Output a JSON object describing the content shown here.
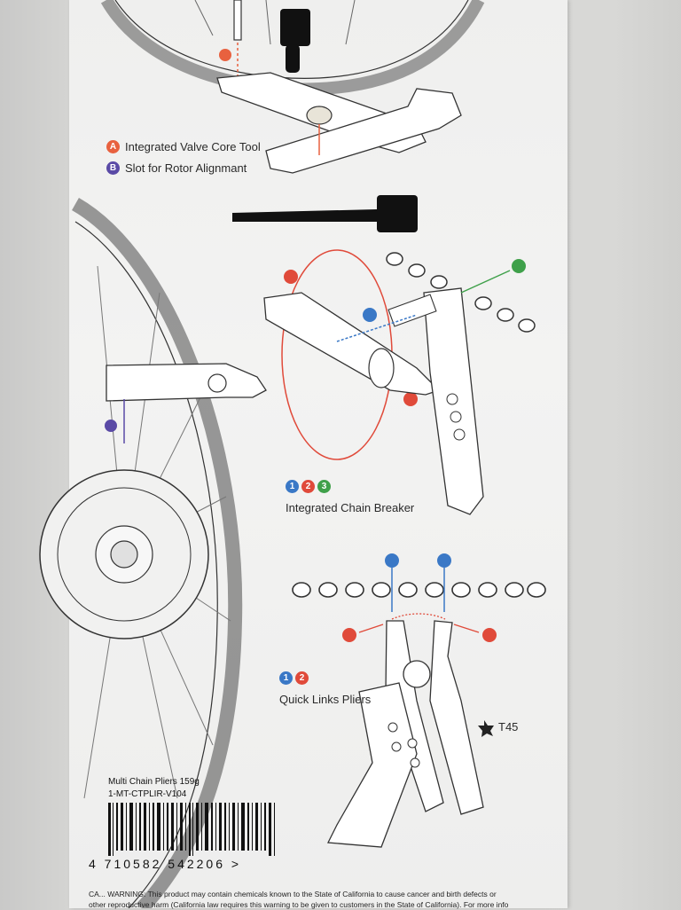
{
  "legend": {
    "a_badge": "A",
    "a_label": "Integrated Valve Core Tool",
    "b_badge": "B",
    "b_label": "Slot for Rotor Alignmant"
  },
  "chain_breaker": {
    "badges": [
      "1",
      "2",
      "3"
    ],
    "label": "Integrated Chain Breaker"
  },
  "quick_links": {
    "badges": [
      "1",
      "2"
    ],
    "label": "Quick Links Pliers"
  },
  "torx": {
    "label": "T45"
  },
  "product": {
    "name": "Multi Chain Pliers 159g",
    "sku": "1-MT-CTPLIR-V104",
    "barcode_digits": "4 710582 542206 >"
  },
  "warning": {
    "line1": "CA... WARNING: This product may contain chemicals known to the State of California to cause cancer and birth defects or",
    "line2": "other reproductive harm (California law requires this warning to be given to customers in the State of California). For more info"
  },
  "colors": {
    "orange": "#e8613f",
    "purple": "#5a4aa6",
    "blue": "#3a78c6",
    "red": "#e04a3a",
    "green": "#3fa04a"
  }
}
